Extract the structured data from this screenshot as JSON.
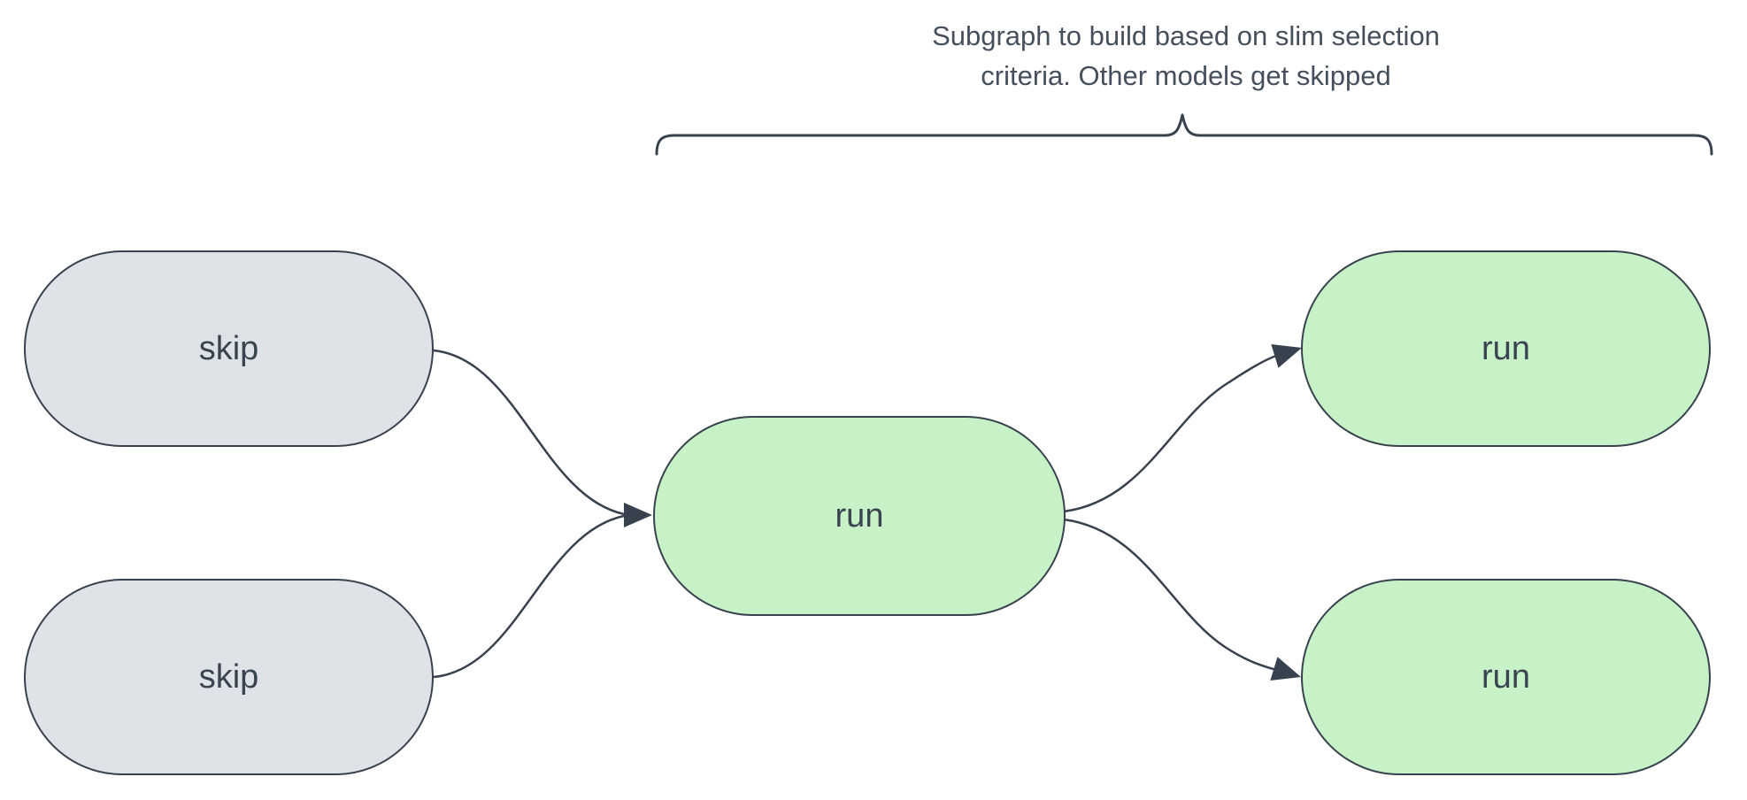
{
  "annotation": {
    "line1": "Subgraph to build based on slim selection",
    "line2": "criteria. Other models get skipped"
  },
  "nodes": [
    {
      "id": "skip-top",
      "label": "skip",
      "state": "skip"
    },
    {
      "id": "skip-bottom",
      "label": "skip",
      "state": "skip"
    },
    {
      "id": "run-center",
      "label": "run",
      "state": "run"
    },
    {
      "id": "run-top-right",
      "label": "run",
      "state": "run"
    },
    {
      "id": "run-bottom-right",
      "label": "run",
      "state": "run"
    }
  ],
  "edges": [
    {
      "from": "skip-top",
      "to": "run-center"
    },
    {
      "from": "skip-bottom",
      "to": "run-center"
    },
    {
      "from": "run-center",
      "to": "run-top-right"
    },
    {
      "from": "run-center",
      "to": "run-bottom-right"
    }
  ],
  "colors": {
    "run_fill": "#c7f2c7",
    "skip_fill": "#dfe3e8",
    "node_border": "#38424e",
    "edge_stroke": "#38424e",
    "node_text": "#3a4350",
    "annotation_text": "#464f5c",
    "background": "#ffffff"
  }
}
